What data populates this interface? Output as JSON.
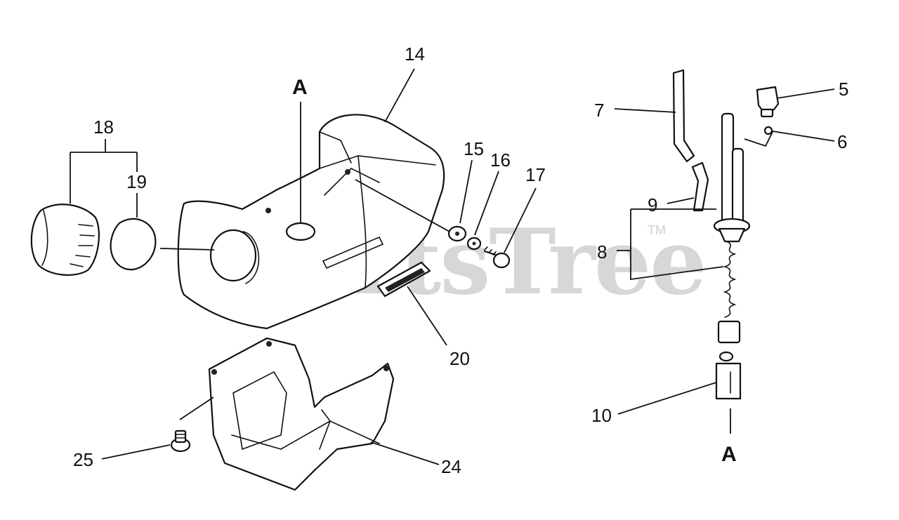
{
  "watermark": {
    "brand": "PartsTree",
    "trademark": "TM"
  },
  "reference_marks": [
    "A",
    "A"
  ],
  "callouts": {
    "c5": "5",
    "c6": "6",
    "c7": "7",
    "c8": "8",
    "c9": "9",
    "c10": "10",
    "c14": "14",
    "c15": "15",
    "c16": "16",
    "c17": "17",
    "c18": "18",
    "c19": "19",
    "c20": "20",
    "c24": "24",
    "c25": "25"
  },
  "colors": {
    "line": "#111111",
    "watermark": "#d7d7d7",
    "background": "#ffffff"
  }
}
